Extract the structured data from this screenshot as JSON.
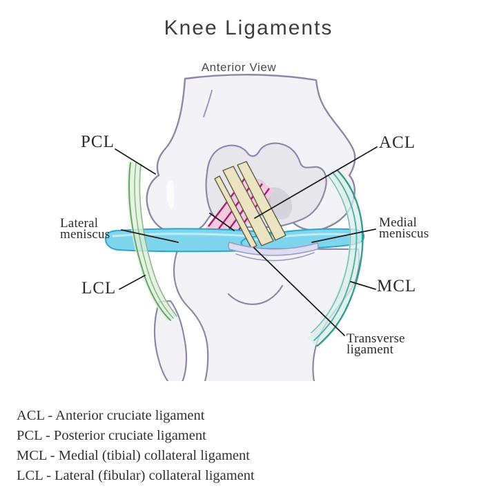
{
  "title": "Knee Ligaments",
  "subtitle": "Anterior View",
  "labels": {
    "pcl": "PCL",
    "acl": "ACL",
    "lcl": "LCL",
    "mcl": "MCL",
    "lateral_meniscus_line1": "Lateral",
    "lateral_meniscus_line2": "meniscus",
    "medial_meniscus_line1": "Medial",
    "medial_meniscus_line2": "meniscus",
    "transverse_line1": "Transverse",
    "transverse_line2": "ligament"
  },
  "legend": {
    "items": [
      "ACL - Anterior cruciate ligament",
      "PCL - Posterior cruciate ligament",
      "MCL - Medial (tibial) collateral ligament",
      "LCL - Lateral (fibular) collateral ligament"
    ]
  },
  "colors": {
    "background": "#ffffff",
    "title_text": "#3d3d3d",
    "label_text": "#2b2b2b",
    "pointer_line": "#1c1c1c",
    "bone_fill": "#f3f3f7",
    "bone_outline": "#8888aa",
    "trochlea_fill": "#e6e6eb",
    "notch_fill": "#cacad3",
    "notch_shadow": "#d4d4da",
    "meniscus_fill": "#7fd5ee",
    "meniscus_outline": "#2aa5c9",
    "meniscus_highlight": "#c6eef8",
    "acl_fill": "#ebe3c1",
    "acl_outline": "#5d5c40",
    "pcl_fill": "#f7c9de",
    "pcl_stripe": "#a51f70",
    "transverse_fill": "#dcdcf2",
    "transverse_outline": "#9a9ac4",
    "lcl_fill": "#dff0da",
    "lcl_stroke": "#69a269",
    "lcl_stroke_light": "#8bb98b",
    "mcl_fill": "#d9efe9",
    "mcl_stroke": "#2f9c8e",
    "mcl_stroke_mid": "#54b2a4",
    "mcl_stroke_light": "#7cc4b8"
  }
}
